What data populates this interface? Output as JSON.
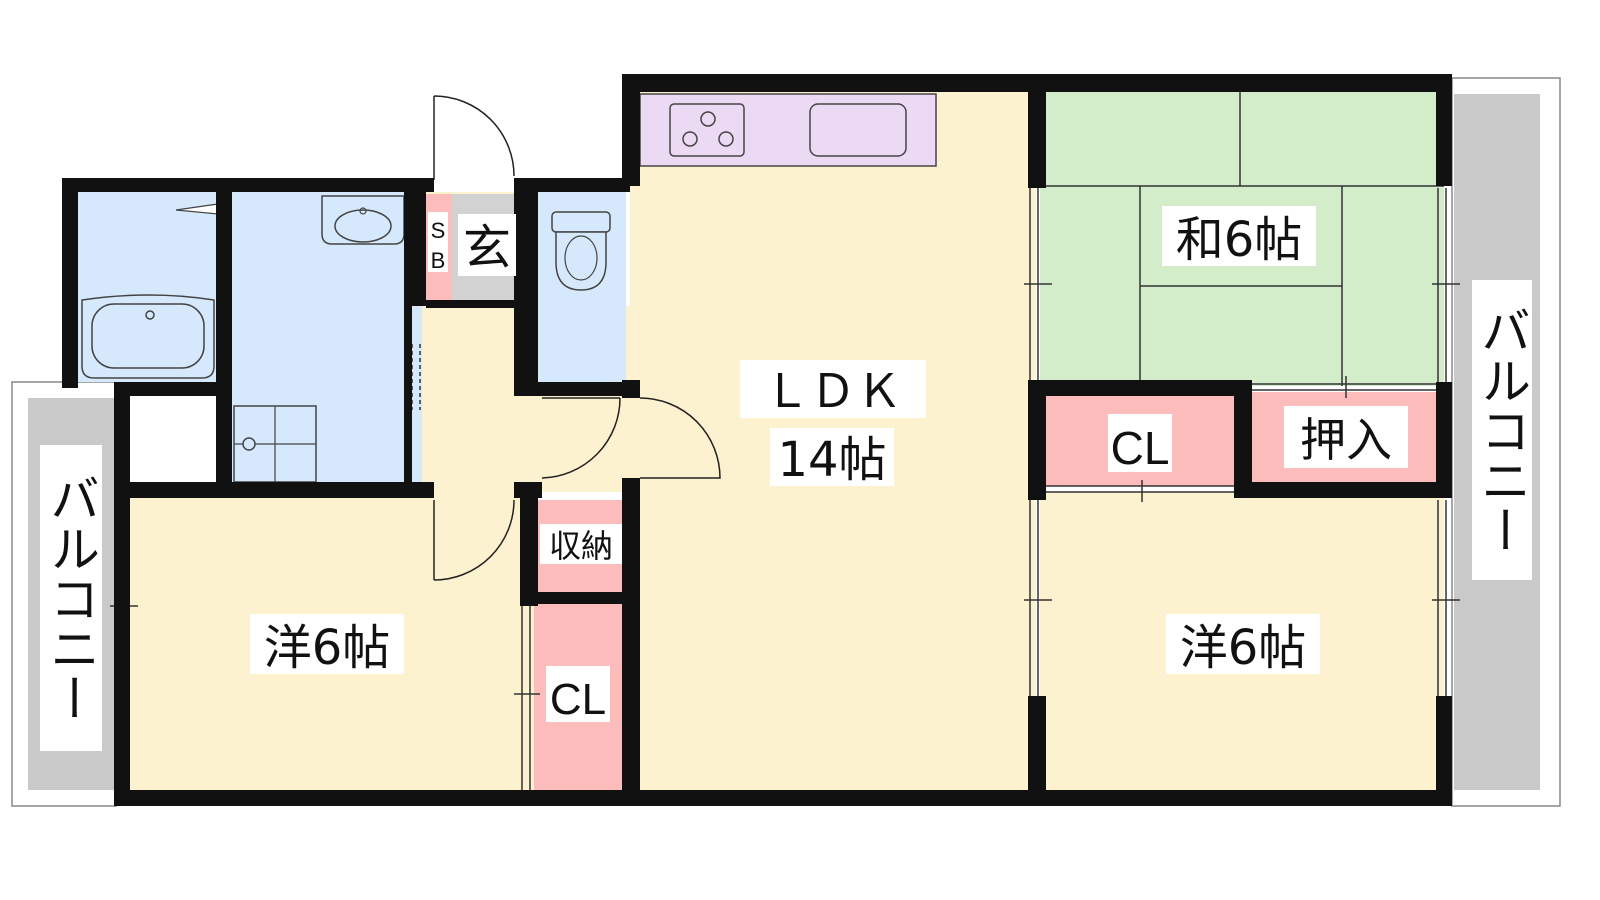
{
  "rooms": {
    "ldk": {
      "label": "ＬＤＫ",
      "size": "14帖"
    },
    "washitsu": {
      "label": "和6帖"
    },
    "yoshitsu_left": {
      "label": "洋6帖"
    },
    "yoshitsu_right": {
      "label": "洋6帖"
    },
    "closet_mid": {
      "label": "CL"
    },
    "closet_left": {
      "label": "CL"
    },
    "oshiire": {
      "label": "押入"
    },
    "storage": {
      "label": "収納"
    },
    "entrance": {
      "label": "玄"
    },
    "shoebox": {
      "label_top": "S",
      "label_bottom": "B"
    },
    "balcony_left": {
      "label": "バルコニー"
    },
    "balcony_right": {
      "label": "バルコニー"
    }
  },
  "colors": {
    "wall": "#111111",
    "ldk_floor": "#fdf2cf",
    "western_floor": "#fdf2cf",
    "tatami": "#d3ecc9",
    "closet": "#fcbcbc",
    "wet_area": "#d6e8fb",
    "kitchen": "#ecdaf5",
    "balcony": "#c9c9c9",
    "entrance_floor": "#fdf2cf",
    "entrance_tile": "#d2d2d2"
  }
}
